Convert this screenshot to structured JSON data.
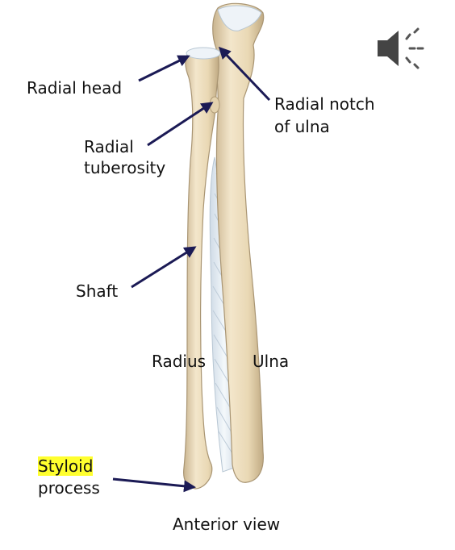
{
  "labels": {
    "radial_head": "Radial head",
    "radial_notch_line1": "Radial notch",
    "radial_notch_line2": "of ulna",
    "radial_tuberosity_line1": "Radial",
    "radial_tuberosity_line2": "tuberosity",
    "shaft": "Shaft",
    "radius": "Radius",
    "ulna": "Ulna",
    "styloid_line1": "Styloid",
    "styloid_line2": "process",
    "view": "Anterior view"
  },
  "icons": {
    "audio": "speaker-icon"
  },
  "colors": {
    "bone": "#ecdcbb",
    "bone_shadow": "#c9b48f",
    "cartilage": "#eef3f8",
    "membrane": "#dfe8f0",
    "arrow": "#1b1a55",
    "highlight": "#ffff2e"
  }
}
